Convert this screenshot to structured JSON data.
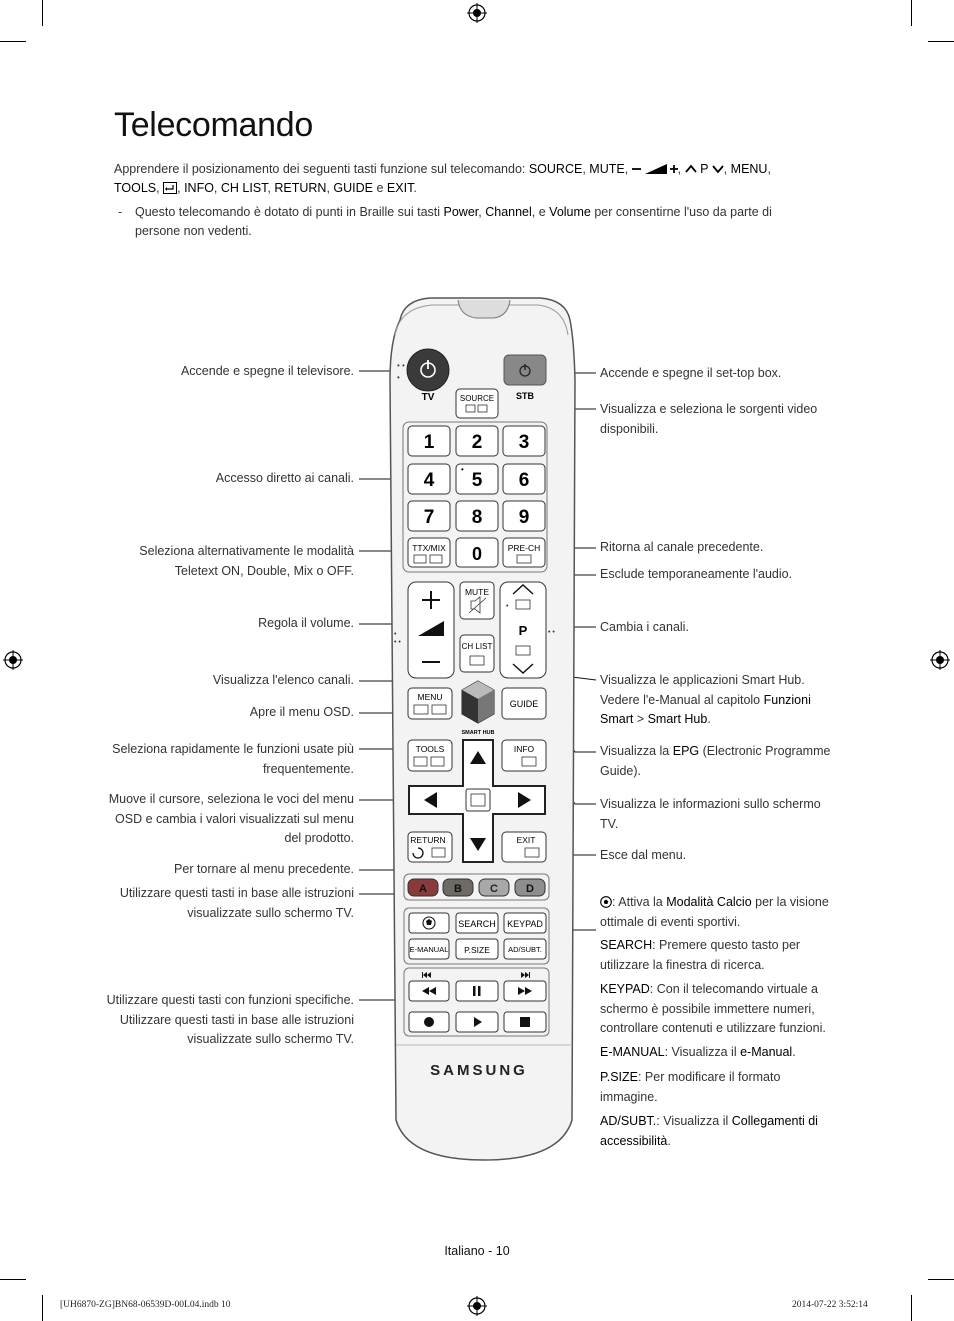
{
  "page": {
    "title": "Telecomando",
    "footer": "Italiano - 10",
    "print_left": "[UH6870-ZG]BN68-06539D-00L04.indb   10",
    "print_right": "2014-07-22   3:52:14"
  },
  "intro": {
    "prefix": "Apprendere il posizionamento dei seguenti tasti funzione sul telecomando: ",
    "k_source": "SOURCE",
    "k_mute": "MUTE",
    "k_p": "P",
    "k_menu": "MENU",
    "k_tools": "TOOLS",
    "k_info": "INFO",
    "k_chlist": "CH LIST",
    "k_return": "RETURN",
    "k_guide": "GUIDE",
    "and": " e ",
    "k_exit": "EXIT"
  },
  "note": {
    "dash": "-",
    "a": "Questo telecomando è dotato di punti in Braille sui tasti ",
    "power": "Power",
    "channel": "Channel",
    "e": ", e ",
    "volume": "Volume",
    "b": " per consentirne l'uso da parte di persone non vedenti."
  },
  "labels_left": {
    "tv_power": "Accende e spegne il televisore.",
    "channels": "Accesso diretto ai canali.",
    "ttx": "Seleziona alternativamente le modalità Teletext ON, Double, Mix o OFF.",
    "volume": "Regola il volume.",
    "chlist": "Visualizza l'elenco canali.",
    "menu": "Apre il menu OSD.",
    "tools": "Seleziona rapidamente le funzioni usate più frequentemente.",
    "cursor": "Muove il cursore, seleziona le voci del menu OSD e cambia i valori visualizzati sul menu del prodotto.",
    "return": "Per tornare al menu precedente.",
    "color": "Utilizzare questi tasti in base alle istruzioni visualizzate sullo schermo TV.",
    "media": "Utilizzare questi tasti con funzioni specifiche. Utilizzare questi tasti in base alle istruzioni visualizzate sullo schermo TV."
  },
  "labels_right": {
    "stb": "Accende e spegne il set-top box.",
    "source": "Visualizza e seleziona le sorgenti video disponibili.",
    "prech": "Ritorna al canale precedente.",
    "mute": "Esclude temporaneamente l'audio.",
    "channel": "Cambia i canali.",
    "smarthub_a": "Visualizza le applicazioni Smart Hub. Vedere l'e-Manual al capitolo ",
    "smarthub_b": "Funzioni Smart",
    "smarthub_c": " > ",
    "smarthub_d": "Smart Hub",
    "smarthub_e": ".",
    "guide_a": "Visualizza la ",
    "guide_b": "EPG",
    "guide_c": " (Electronic Programme Guide).",
    "info": "Visualizza le informazioni sullo schermo TV.",
    "exit": "Esce dal menu.",
    "football_a": ": Attiva la ",
    "football_b": "Modalità Calcio",
    "football_c": " per la visione ottimale di eventi sportivi.",
    "search_k": "SEARCH",
    "search_t": ": Premere questo tasto per utilizzare la finestra di ricerca.",
    "keypad_k": "KEYPAD",
    "keypad_t": ": Con il telecomando virtuale a schermo è possibile immettere numeri, controllare contenuti e utilizzare funzioni.",
    "emanual_k": "E-MANUAL",
    "emanual_t": ": Visualizza il ",
    "emanual_v": "e-Manual",
    "emanual_e": ".",
    "psize_k": "P.SIZE",
    "psize_t": ": Per modificare il formato immagine.",
    "adsubt_k": "AD/SUBT.",
    "adsubt_t": ": Visualizza il ",
    "adsubt_v": "Collegamenti di accessibilità",
    "adsubt_e": "."
  },
  "remote": {
    "tv": "TV",
    "stb": "STB",
    "source": "SOURCE",
    "digits": [
      "1",
      "2",
      "3",
      "4",
      "5",
      "6",
      "7",
      "8",
      "9"
    ],
    "zero": "0",
    "ttx": "TTX/MIX",
    "prech": "PRE-CH",
    "mute": "MUTE",
    "chlist": "CH LIST",
    "p": "P",
    "menu": "MENU",
    "guide": "GUIDE",
    "smarthub": "SMART HUB",
    "tools": "TOOLS",
    "info": "INFO",
    "return": "RETURN",
    "exit": "EXIT",
    "a": "A",
    "b": "B",
    "c": "C",
    "d": "D",
    "search": "SEARCH",
    "keypad": "KEYPAD",
    "emanual": "E-MANUAL",
    "psize": "P.SIZE",
    "adsubt": "AD/SUBT.",
    "brand": "SAMSUNG",
    "colors": {
      "a": "#8a3a3a",
      "b": "#6e6a66",
      "c": "#a8a8a8",
      "d": "#8e8e8e"
    }
  }
}
